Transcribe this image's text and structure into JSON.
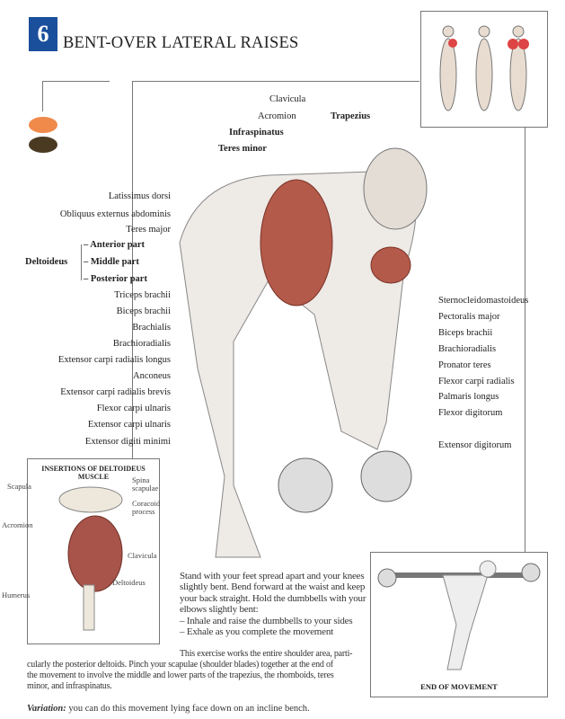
{
  "header": {
    "number": "6",
    "title": "BENT-OVER LATERAL RAISES"
  },
  "legend_colors": {
    "orange": "#f08a4b",
    "brown": "#4a3a22"
  },
  "top_labels": [
    {
      "text": "Clavicula",
      "bold": false
    },
    {
      "text": "Acromion",
      "bold": false
    },
    {
      "text": "Trapezius",
      "bold": true
    },
    {
      "text": "Infraspinatus",
      "bold": true
    },
    {
      "text": "Teres minor",
      "bold": true
    }
  ],
  "left_labels": [
    "Latissimus dorsi",
    "Obliquus externus abdominis",
    "Teres major",
    "– Anterior part",
    "– Middle part",
    "– Posterior part",
    "Triceps brachii",
    "Biceps brachii",
    "Brachialis",
    "Brachioradialis",
    "Extensor carpi radialis longus",
    "Anconeus",
    "Extensor carpi radialis brevis",
    "Flexor carpi ulnaris",
    "Extensor carpi ulnaris",
    "Extensor digiti minimi"
  ],
  "deltoideus_label": "Deltoideus",
  "right_labels": [
    "Sternocleidomastoideus",
    "Pectoralis major",
    "Biceps brachii",
    "Brachioradialis",
    "Pronator teres",
    "Flexor carpi radialis",
    "Palmaris longus",
    "Flexor digitorum",
    "Extensor digitorum"
  ],
  "inset": {
    "title": "INSERTIONS OF DELTOIDEUS MUSCLE",
    "labels": [
      "Scapula",
      "Spina scapulae",
      "Coracoid process",
      "Acromion",
      "Clavicula",
      "Deltoideus",
      "Humerus"
    ]
  },
  "end_box": {
    "caption": "END OF MOVEMENT"
  },
  "instructions": {
    "lines": [
      "Stand with your feet spread apart and your knees",
      "slightly bent. Bend forward at the waist and keep",
      "your back straight. Hold the dumbbells with your",
      "elbows slightly bent:",
      "– Inhale and raise the dumbbells to your sides",
      "– Exhale as you complete the movement"
    ],
    "paragraph2": [
      "This exercise works the entire shoulder area, parti-",
      "cularly the posterior deltoids. Pinch your scapulae (shoulder blades) together at the end of",
      "the movement to involve the middle and lower parts of the trapezius, the rhomboids, teres",
      "minor, and infraspinatus."
    ],
    "variation_label": "Variation:",
    "variation_text": " you can do this movement lying face down on an incline bench."
  }
}
